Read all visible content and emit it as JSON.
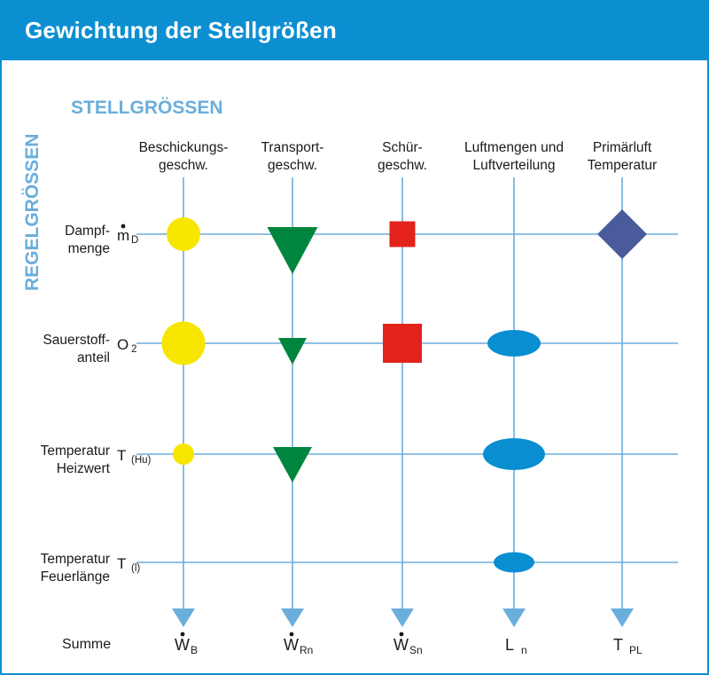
{
  "header": {
    "title": "Gewichtung der Stellgrößen"
  },
  "axis_titles": {
    "columns": "STELLGRÖSSEN",
    "rows": "REGELGRÖSSEN"
  },
  "columns": [
    {
      "line1": "Beschickungs-",
      "line2": "geschw.",
      "sum_main": "W",
      "sum_sub": "B",
      "dot": true
    },
    {
      "line1": "Transport-",
      "line2": "geschw.",
      "sum_main": "W",
      "sum_sub": "Rn",
      "dot": true
    },
    {
      "line1": "Schür-",
      "line2": "geschw.",
      "sum_main": "W",
      "sum_sub": "Sn",
      "dot": true
    },
    {
      "line1": "Luftmengen und",
      "line2": "Luftverteilung",
      "sum_main": "L",
      "sum_sub": "n",
      "dot": false
    },
    {
      "line1": "Primärluft",
      "line2": "Temperatur",
      "sum_main": "T",
      "sum_sub": "PL",
      "dot": false
    }
  ],
  "rows": [
    {
      "line1": "Dampf-",
      "line2": "menge",
      "sym_main": "m",
      "sym_sub": "D",
      "dot": true
    },
    {
      "line1": "Sauerstoff-",
      "line2": "anteil",
      "sym_main": "O",
      "sym_sub": "2",
      "dot": false
    },
    {
      "line1": "Temperatur",
      "line2": "Heizwert",
      "sym_main": "T",
      "sym_sub": "(Hu)",
      "dot": false
    },
    {
      "line1": "Temperatur",
      "line2": "Feuerlänge",
      "sym_main": "T",
      "sym_sub": "(l)",
      "dot": false
    }
  ],
  "sum_label": "Summe",
  "colors": {
    "yellow": "#f7e600",
    "green": "#00853f",
    "red": "#e3221c",
    "blue": "#0a8ed2",
    "purple": "#4a5b9c",
    "line": "#6aaedc",
    "arrow": "#6aaedc",
    "title": "#6aaedc"
  },
  "weights": [
    {
      "name": "weight-r0-c0",
      "row": 0,
      "col": 0,
      "shape": "circle",
      "color": "yellow",
      "level": 2
    },
    {
      "name": "weight-r0-c1",
      "row": 0,
      "col": 1,
      "shape": "triangle",
      "color": "green",
      "level": 3
    },
    {
      "name": "weight-r0-c2",
      "row": 0,
      "col": 2,
      "shape": "square",
      "color": "red",
      "level": 1
    },
    {
      "name": "weight-r0-c4",
      "row": 0,
      "col": 4,
      "shape": "diamond",
      "color": "purple",
      "level": 3
    },
    {
      "name": "weight-r1-c0",
      "row": 1,
      "col": 0,
      "shape": "circle",
      "color": "yellow",
      "level": 3
    },
    {
      "name": "weight-r1-c1",
      "row": 1,
      "col": 1,
      "shape": "triangle",
      "color": "green",
      "level": 1
    },
    {
      "name": "weight-r1-c2",
      "row": 1,
      "col": 2,
      "shape": "square",
      "color": "red",
      "level": 3
    },
    {
      "name": "weight-r1-c3",
      "row": 1,
      "col": 3,
      "shape": "ellipse",
      "color": "blue",
      "level": 2
    },
    {
      "name": "weight-r2-c0",
      "row": 2,
      "col": 0,
      "shape": "circle",
      "color": "yellow",
      "level": 1
    },
    {
      "name": "weight-r2-c1",
      "row": 2,
      "col": 1,
      "shape": "triangle",
      "color": "green",
      "level": 2
    },
    {
      "name": "weight-r2-c3",
      "row": 2,
      "col": 3,
      "shape": "ellipse",
      "color": "blue",
      "level": 3
    },
    {
      "name": "weight-r3-c3",
      "row": 3,
      "col": 3,
      "shape": "ellipse",
      "color": "blue",
      "level": 1
    }
  ]
}
